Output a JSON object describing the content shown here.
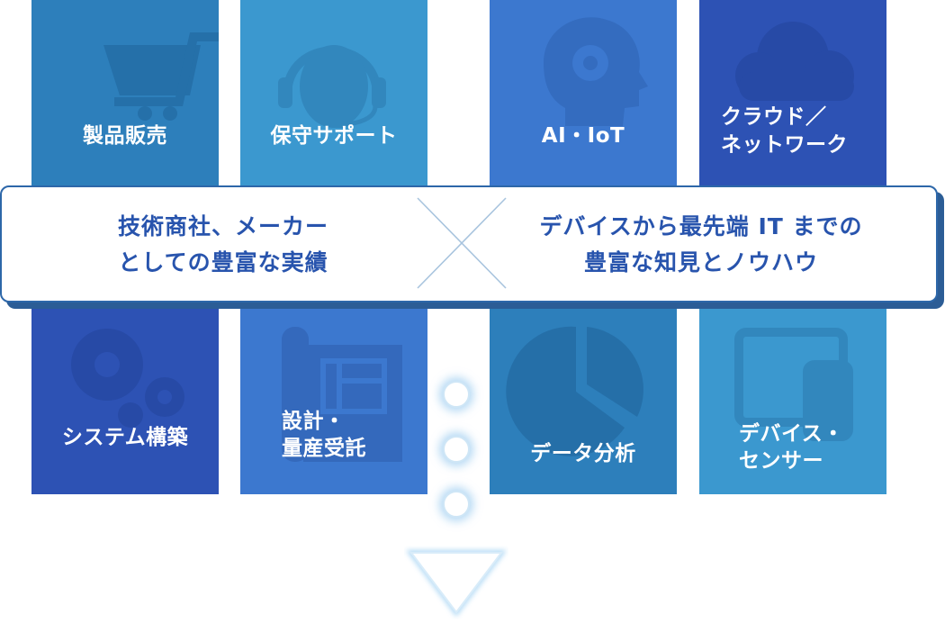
{
  "tiles_top": [
    {
      "label": "製品販売",
      "icon": "cart-icon",
      "color": "#2d7fbb"
    },
    {
      "label": "保守サポート",
      "icon": "headset-operator-icon",
      "color": "#3b98cf"
    },
    {
      "label": "AI・IoT",
      "icon": "brain-gear-icon",
      "color": "#3c78cf"
    },
    {
      "label_line1": "クラウド／",
      "label_line2": "ネットワーク",
      "icon": "cloud-icon",
      "color": "#2d52b4"
    }
  ],
  "tiles_bottom": [
    {
      "label": "システム構築",
      "icon": "gears-icon",
      "color": "#2d52b4"
    },
    {
      "label_line1": "設計・",
      "label_line2": "量産受託",
      "icon": "blueprint-icon",
      "color": "#3c78cf"
    },
    {
      "label": "データ分析",
      "icon": "pie-chart-icon",
      "color": "#2d7fbb"
    },
    {
      "label_line1": "デバイス・",
      "label_line2": "センサー",
      "icon": "devices-icon",
      "color": "#3b98cf"
    }
  ],
  "banner": {
    "left_line1": "技術商社、メーカー",
    "left_line2": "としての豊富な実績",
    "right_line1": "デバイスから最先端 IT までの",
    "right_line2": "豊富な知見とノウハウ",
    "text_color": "#2854ad",
    "cross_icon": "multiply-cross-icon"
  },
  "flow": {
    "dots": 3,
    "arrow_icon": "down-triangle-arrow-icon"
  }
}
